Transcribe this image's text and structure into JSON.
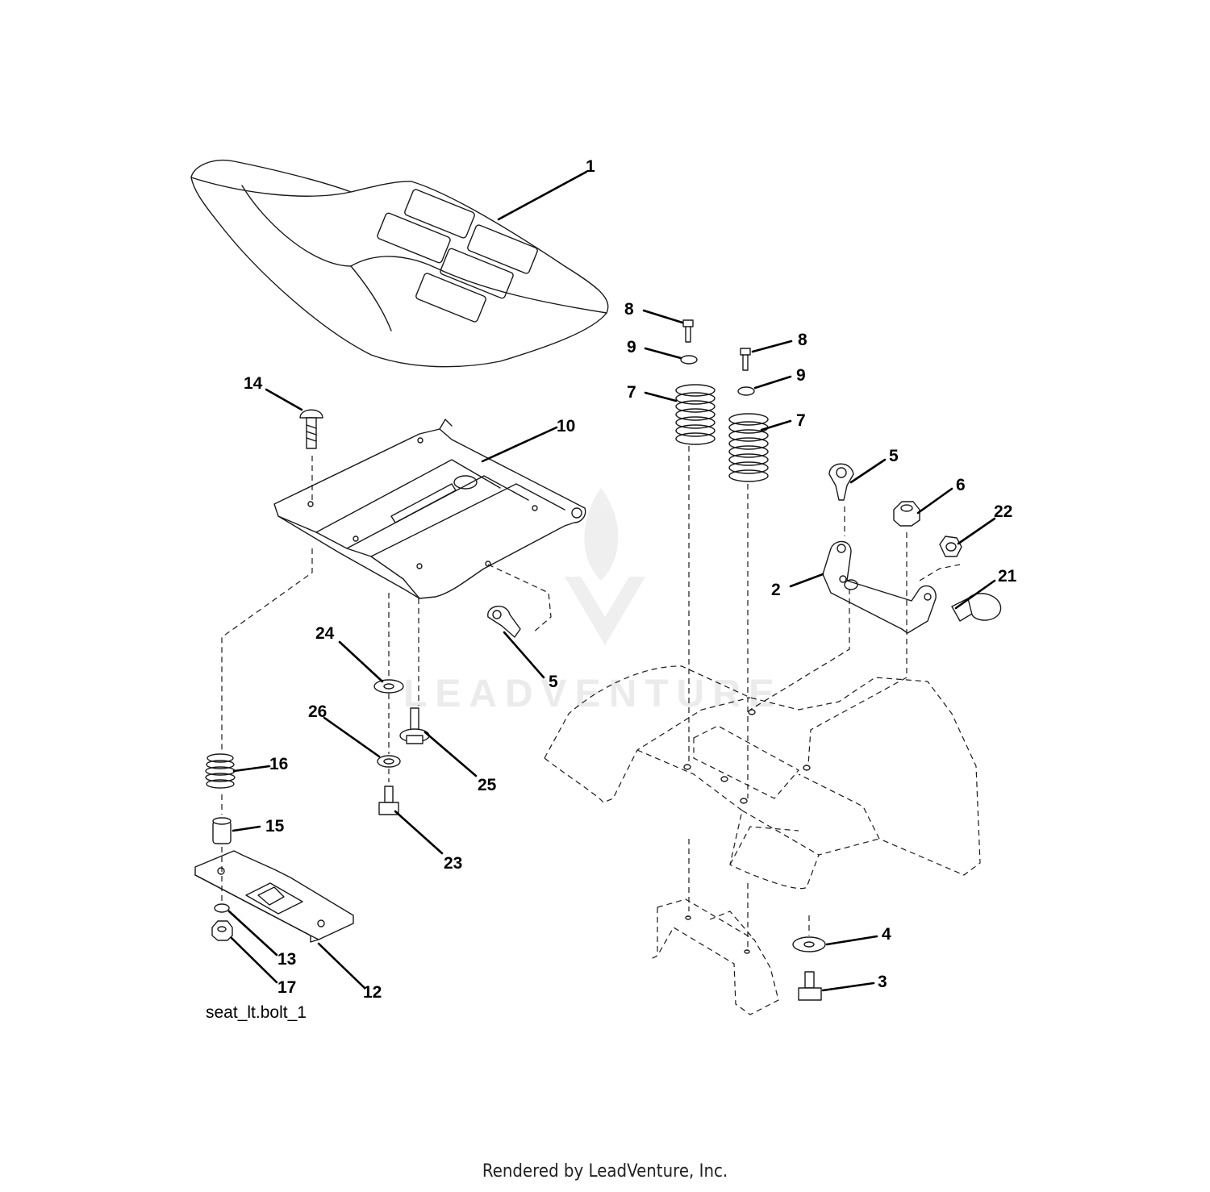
{
  "diagram": {
    "reference_label": "seat_lt.bolt_1",
    "watermark": "LEADVENTURE",
    "callouts": [
      "1",
      "14",
      "10",
      "8",
      "9",
      "7",
      "8",
      "9",
      "7",
      "5",
      "6",
      "22",
      "2",
      "21",
      "24",
      "5",
      "26",
      "16",
      "25",
      "15",
      "23",
      "4",
      "3",
      "13",
      "17",
      "12"
    ]
  },
  "footer": {
    "credit": "Rendered by LeadVenture, Inc."
  }
}
